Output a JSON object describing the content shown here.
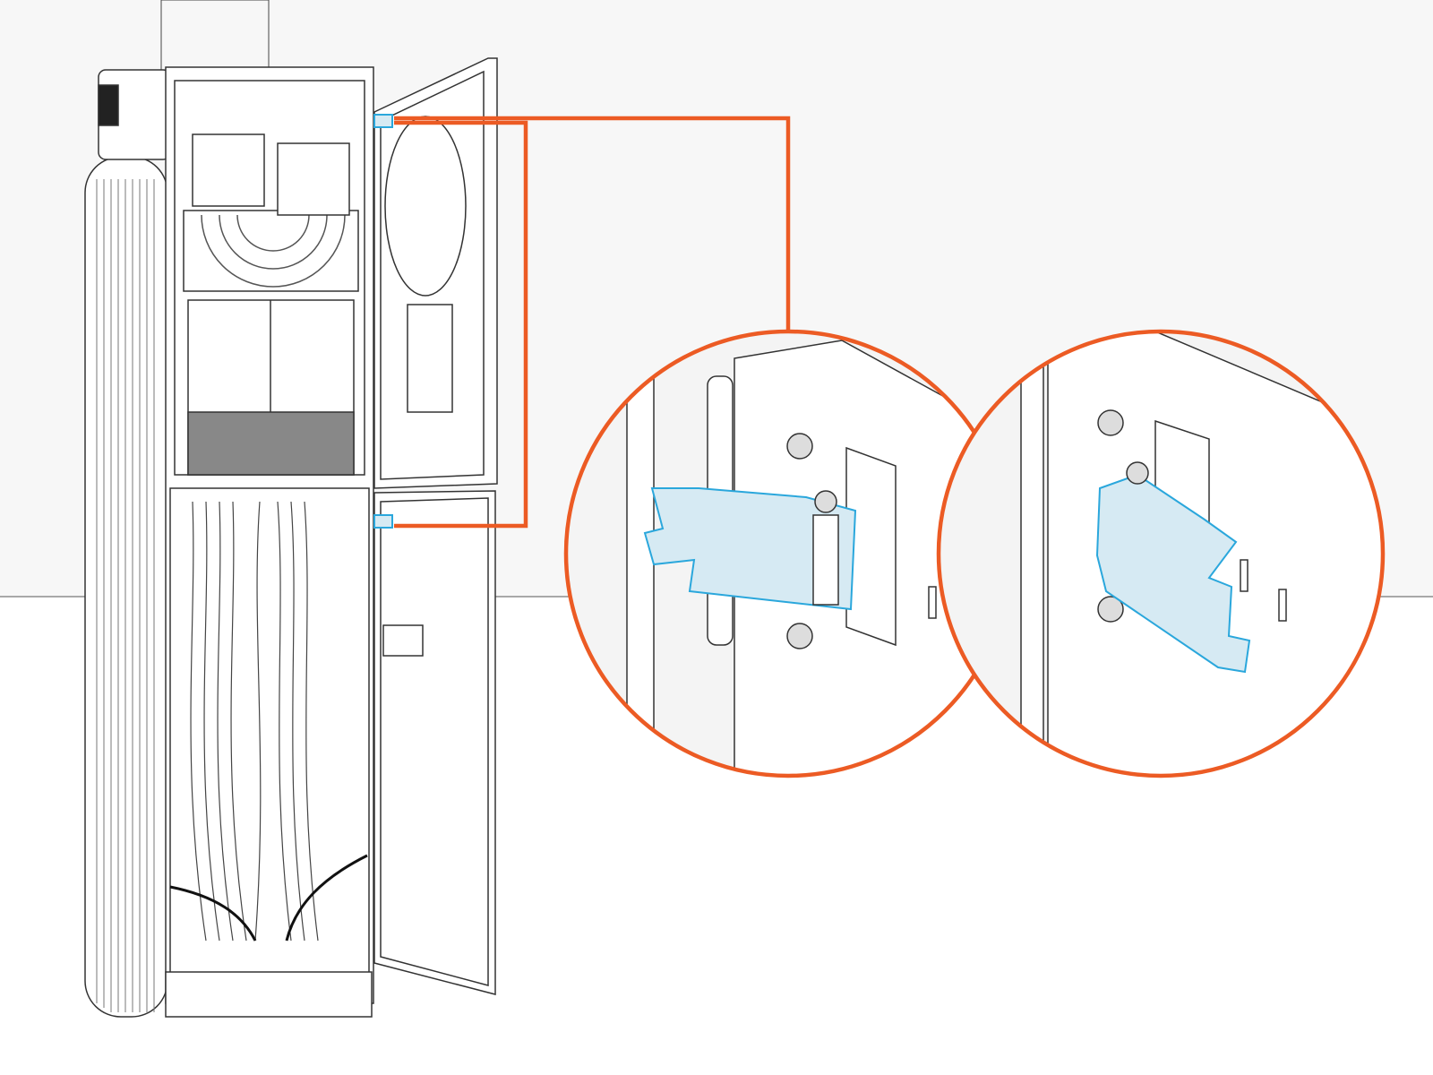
{
  "colors": {
    "callout": "#ec5b24",
    "highlight_fill": "#d6eaf3",
    "highlight_stroke": "#2aa7dc",
    "line_art": "#333333",
    "wall": "#f7f7f7",
    "floor": "#ffffff"
  },
  "illustration": {
    "subject": "cabinet-with-open-doors",
    "highlighted_parts": [
      "upper-door-hinge",
      "lower-door-hinge"
    ],
    "detail_views": [
      {
        "name": "hinge-bracket-installed"
      },
      {
        "name": "hinge-bracket-removed"
      }
    ],
    "step_arrow": "arrow-right-icon"
  }
}
